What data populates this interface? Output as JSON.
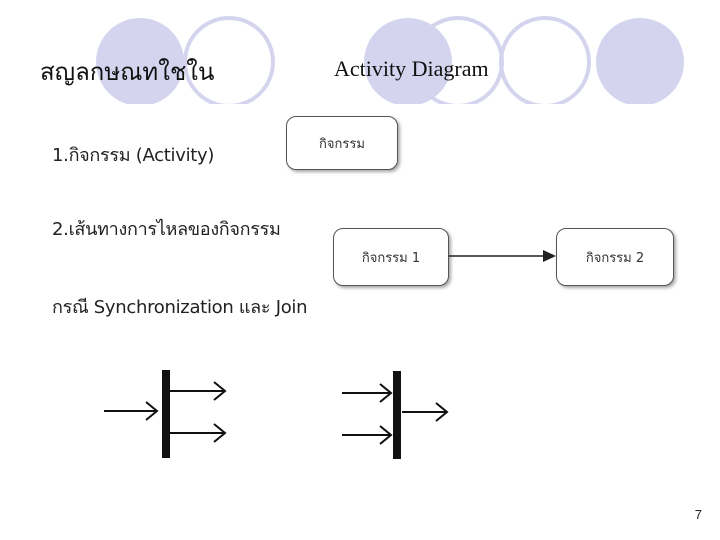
{
  "header": {
    "title_thai": "สญลกษณทใชใน",
    "title_english": "Activity Diagram"
  },
  "items": [
    {
      "label": "1.กิจกรรม (Activity)"
    },
    {
      "label": "2.เส้นทางการไหลของกิจกรรม"
    },
    {
      "label": "กรณี Synchronization และ Join"
    }
  ],
  "activity_box": {
    "label": "กิจกรรม"
  },
  "flow": {
    "from_label": "กิจกรรม 1",
    "to_label": "กิจกรรม 2"
  },
  "footer": {
    "page_number": "7"
  },
  "colors": {
    "circle_fill": "#d4d4ee",
    "circle_stroke": "#d4d4ee",
    "text": "#222222",
    "bar": "#111111"
  }
}
